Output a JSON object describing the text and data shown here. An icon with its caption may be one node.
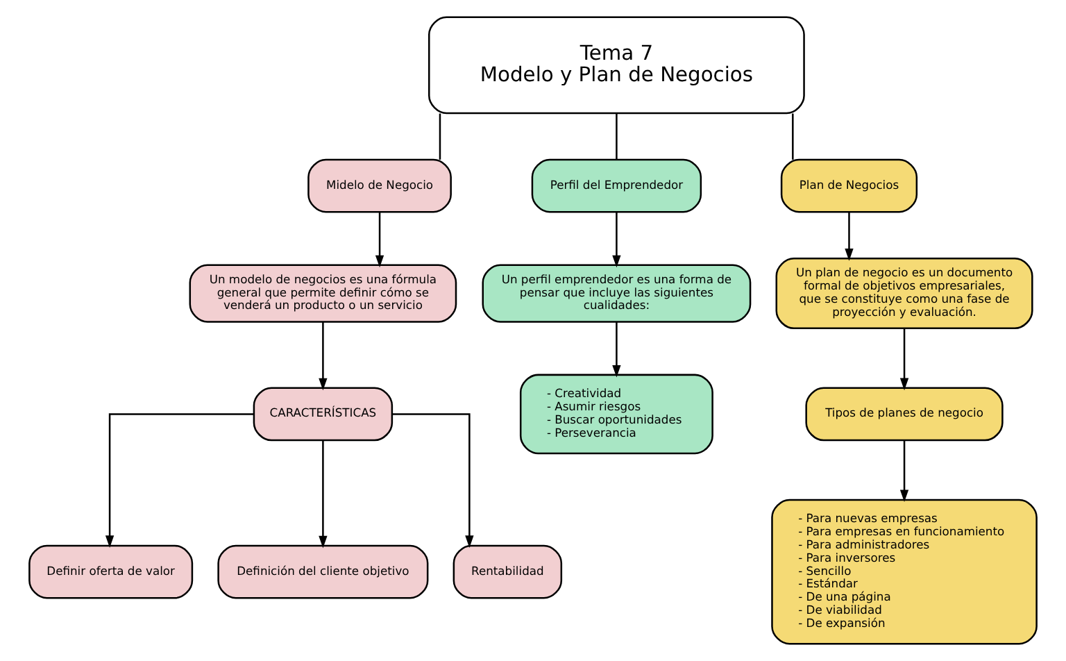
{
  "diagram": {
    "nodes": [
      {
        "text": [
          "Tema 7",
          "Modelo y Plan de Negocios"
        ]
      },
      {
        "text": [
          "Midelo de Negocio"
        ]
      },
      {
        "text": [
          "Perfil del Emprendedor"
        ]
      },
      {
        "text": [
          "Plan de Negocios"
        ]
      },
      {
        "text": [
          "Un modelo de negocios es una fórmula general que permite definir cómo se venderá un producto o un servicio"
        ]
      },
      {
        "text": [
          "CARACTERÍSTICAS"
        ]
      },
      {
        "text": [
          "Definir oferta de valor"
        ]
      },
      {
        "text": [
          "Definición del cliente objetivo"
        ]
      },
      {
        "text": [
          "Rentabilidad"
        ]
      },
      {
        "text": [
          "Un perfil emprendedor es una forma de pensar que incluye las siguientes cualidades:"
        ]
      },
      {
        "text": [
          "- Creatividad",
          "- Asumir riesgos",
          "- Buscar oportunidades",
          "- Perseverancia"
        ]
      },
      {
        "text": [
          "Un plan de negocio es un documento formal de objetivos empresariales, que se constituye como una fase de proyección y evaluación."
        ]
      },
      {
        "text": [
          "Tipos de planes de negocio"
        ]
      },
      {
        "text": [
          "- Para nuevas empresas",
          "- Para empresas en funcionamiento",
          "- Para administradores",
          "- Para inversores",
          "- Sencillo",
          "- Estándar",
          "- De una página",
          "- De viabilidad",
          "- De expansión"
        ]
      }
    ],
    "edges": [
      {
        "from": 0,
        "to": 1,
        "arrow": "none"
      },
      {
        "from": 0,
        "to": 2,
        "arrow": "none"
      },
      {
        "from": 0,
        "to": 3,
        "arrow": "none"
      },
      {
        "from": 1,
        "to": 4,
        "arrow": "to"
      },
      {
        "from": 4,
        "to": 5,
        "arrow": "to"
      },
      {
        "from": 5,
        "to": 6,
        "arrow": "to"
      },
      {
        "from": 5,
        "to": 7,
        "arrow": "to"
      },
      {
        "from": 5,
        "to": 8,
        "arrow": "to"
      },
      {
        "from": 2,
        "to": 9,
        "arrow": "to"
      },
      {
        "from": 9,
        "to": 10,
        "arrow": "to"
      },
      {
        "from": 3,
        "to": 11,
        "arrow": "to"
      },
      {
        "from": 11,
        "to": 12,
        "arrow": "to"
      },
      {
        "from": 12,
        "to": 13,
        "arrow": "to"
      }
    ]
  }
}
